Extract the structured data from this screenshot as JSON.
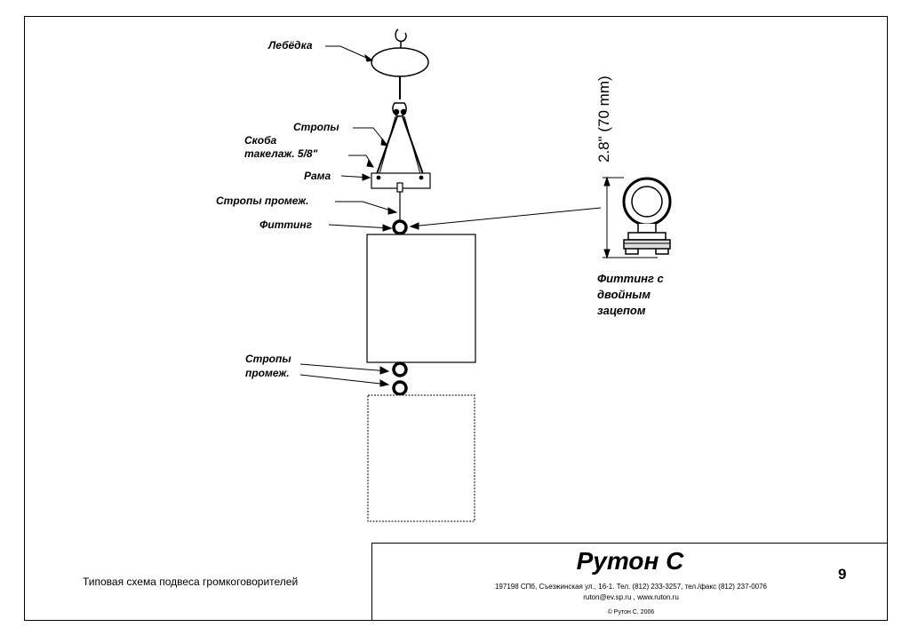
{
  "labels": {
    "winch": "Лебёдка",
    "slings": "Стропы",
    "shackle_1": "Скоба",
    "shackle_2": "такелаж. 5/8\"",
    "frame": "Рама",
    "intermediate_slings": "Стропы промеж.",
    "fitting": "Фиттинг",
    "lower_slings_1": "Стропы",
    "lower_slings_2": "промеж.",
    "fitting_detail_1": "Фиттинг с",
    "fitting_detail_2": "двойным",
    "fitting_detail_3": "зацепом",
    "dimension": "2.8\" (70 mm)"
  },
  "footer": {
    "caption": "Типовая схема подвеса громкоговорителей",
    "company": "Рутон С",
    "address": "197198 СПб, Съезжинская ул., 16-1. Тел. (812) 233-3257, тел./факс (812) 237-0076",
    "contacts": "ruton@ev.sp.ru ,  www.ruton.ru",
    "copyright": "© Рутон С, 2006",
    "page_number": "9"
  }
}
